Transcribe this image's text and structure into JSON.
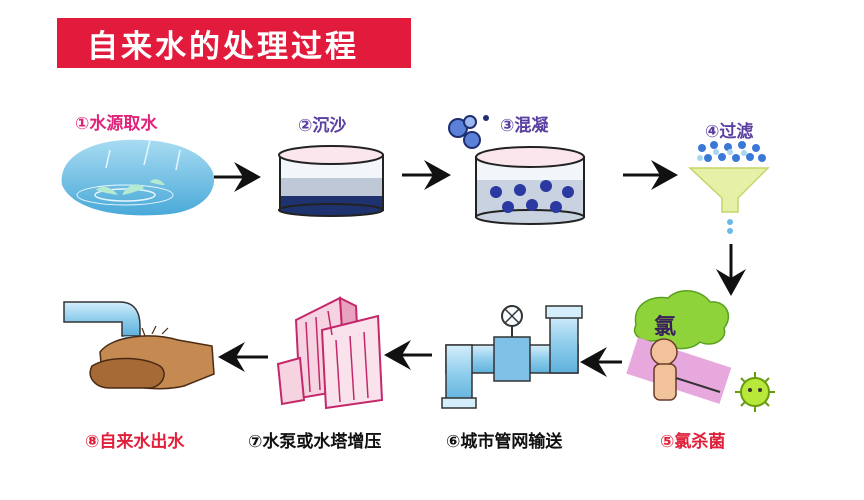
{
  "title": "自来水的处理过程",
  "steps": [
    {
      "label": "①水源取水",
      "icon": "water-source-icon"
    },
    {
      "label": "②沉沙",
      "icon": "sedimentation-tank-icon"
    },
    {
      "label": "③混凝",
      "icon": "coagulation-tank-icon"
    },
    {
      "label": "④过滤",
      "icon": "filter-funnel-icon"
    },
    {
      "label": "⑤氯杀菌",
      "icon": "chlorine-disinfection-icon",
      "badge": "氯"
    },
    {
      "label": "⑥城市管网输送",
      "icon": "pipe-network-icon"
    },
    {
      "label": "⑦水泵或水塔增压",
      "icon": "buildings-icon"
    },
    {
      "label": "⑧自来水出水",
      "icon": "tap-water-icon"
    }
  ],
  "colors": {
    "banner": "#e21b3c",
    "label_pink": "#e0237a",
    "label_purple": "#5a3ea0",
    "label_red": "#e0203a",
    "water": "#7ec8e8",
    "pipe": "#9ad4ef"
  }
}
